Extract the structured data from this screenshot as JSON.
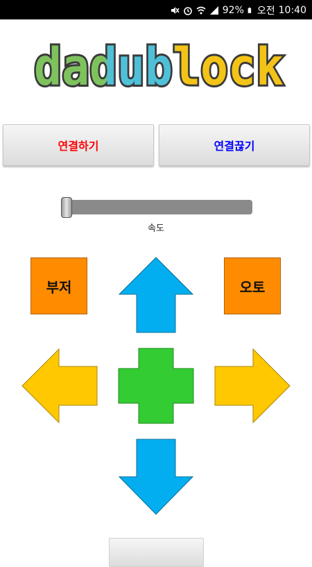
{
  "status_bar": {
    "battery": "92%",
    "ampm": "오전",
    "time": "10:40"
  },
  "logo": {
    "text": "dadublock"
  },
  "buttons": {
    "connect": "연결하기",
    "disconnect": "연결끊기"
  },
  "slider": {
    "label": "속도",
    "value_fraction": 0.0
  },
  "controls": {
    "buzzer": "부저",
    "auto": "오토"
  },
  "colors": {
    "connect_text": "#ff0000",
    "disconnect_text": "#0000ff",
    "arrow_blue": "#03aef0",
    "arrow_yellow": "#ffc800",
    "center_green": "#33cc33",
    "square_orange": "#ff8c00"
  },
  "icons": {
    "status": [
      "mute-icon",
      "alarm-icon",
      "wifi-icon",
      "signal-icon",
      "battery-icon"
    ],
    "pad": [
      "arrow-up-icon",
      "arrow-down-icon",
      "arrow-left-icon",
      "arrow-right-icon",
      "stop-plus-icon"
    ]
  }
}
